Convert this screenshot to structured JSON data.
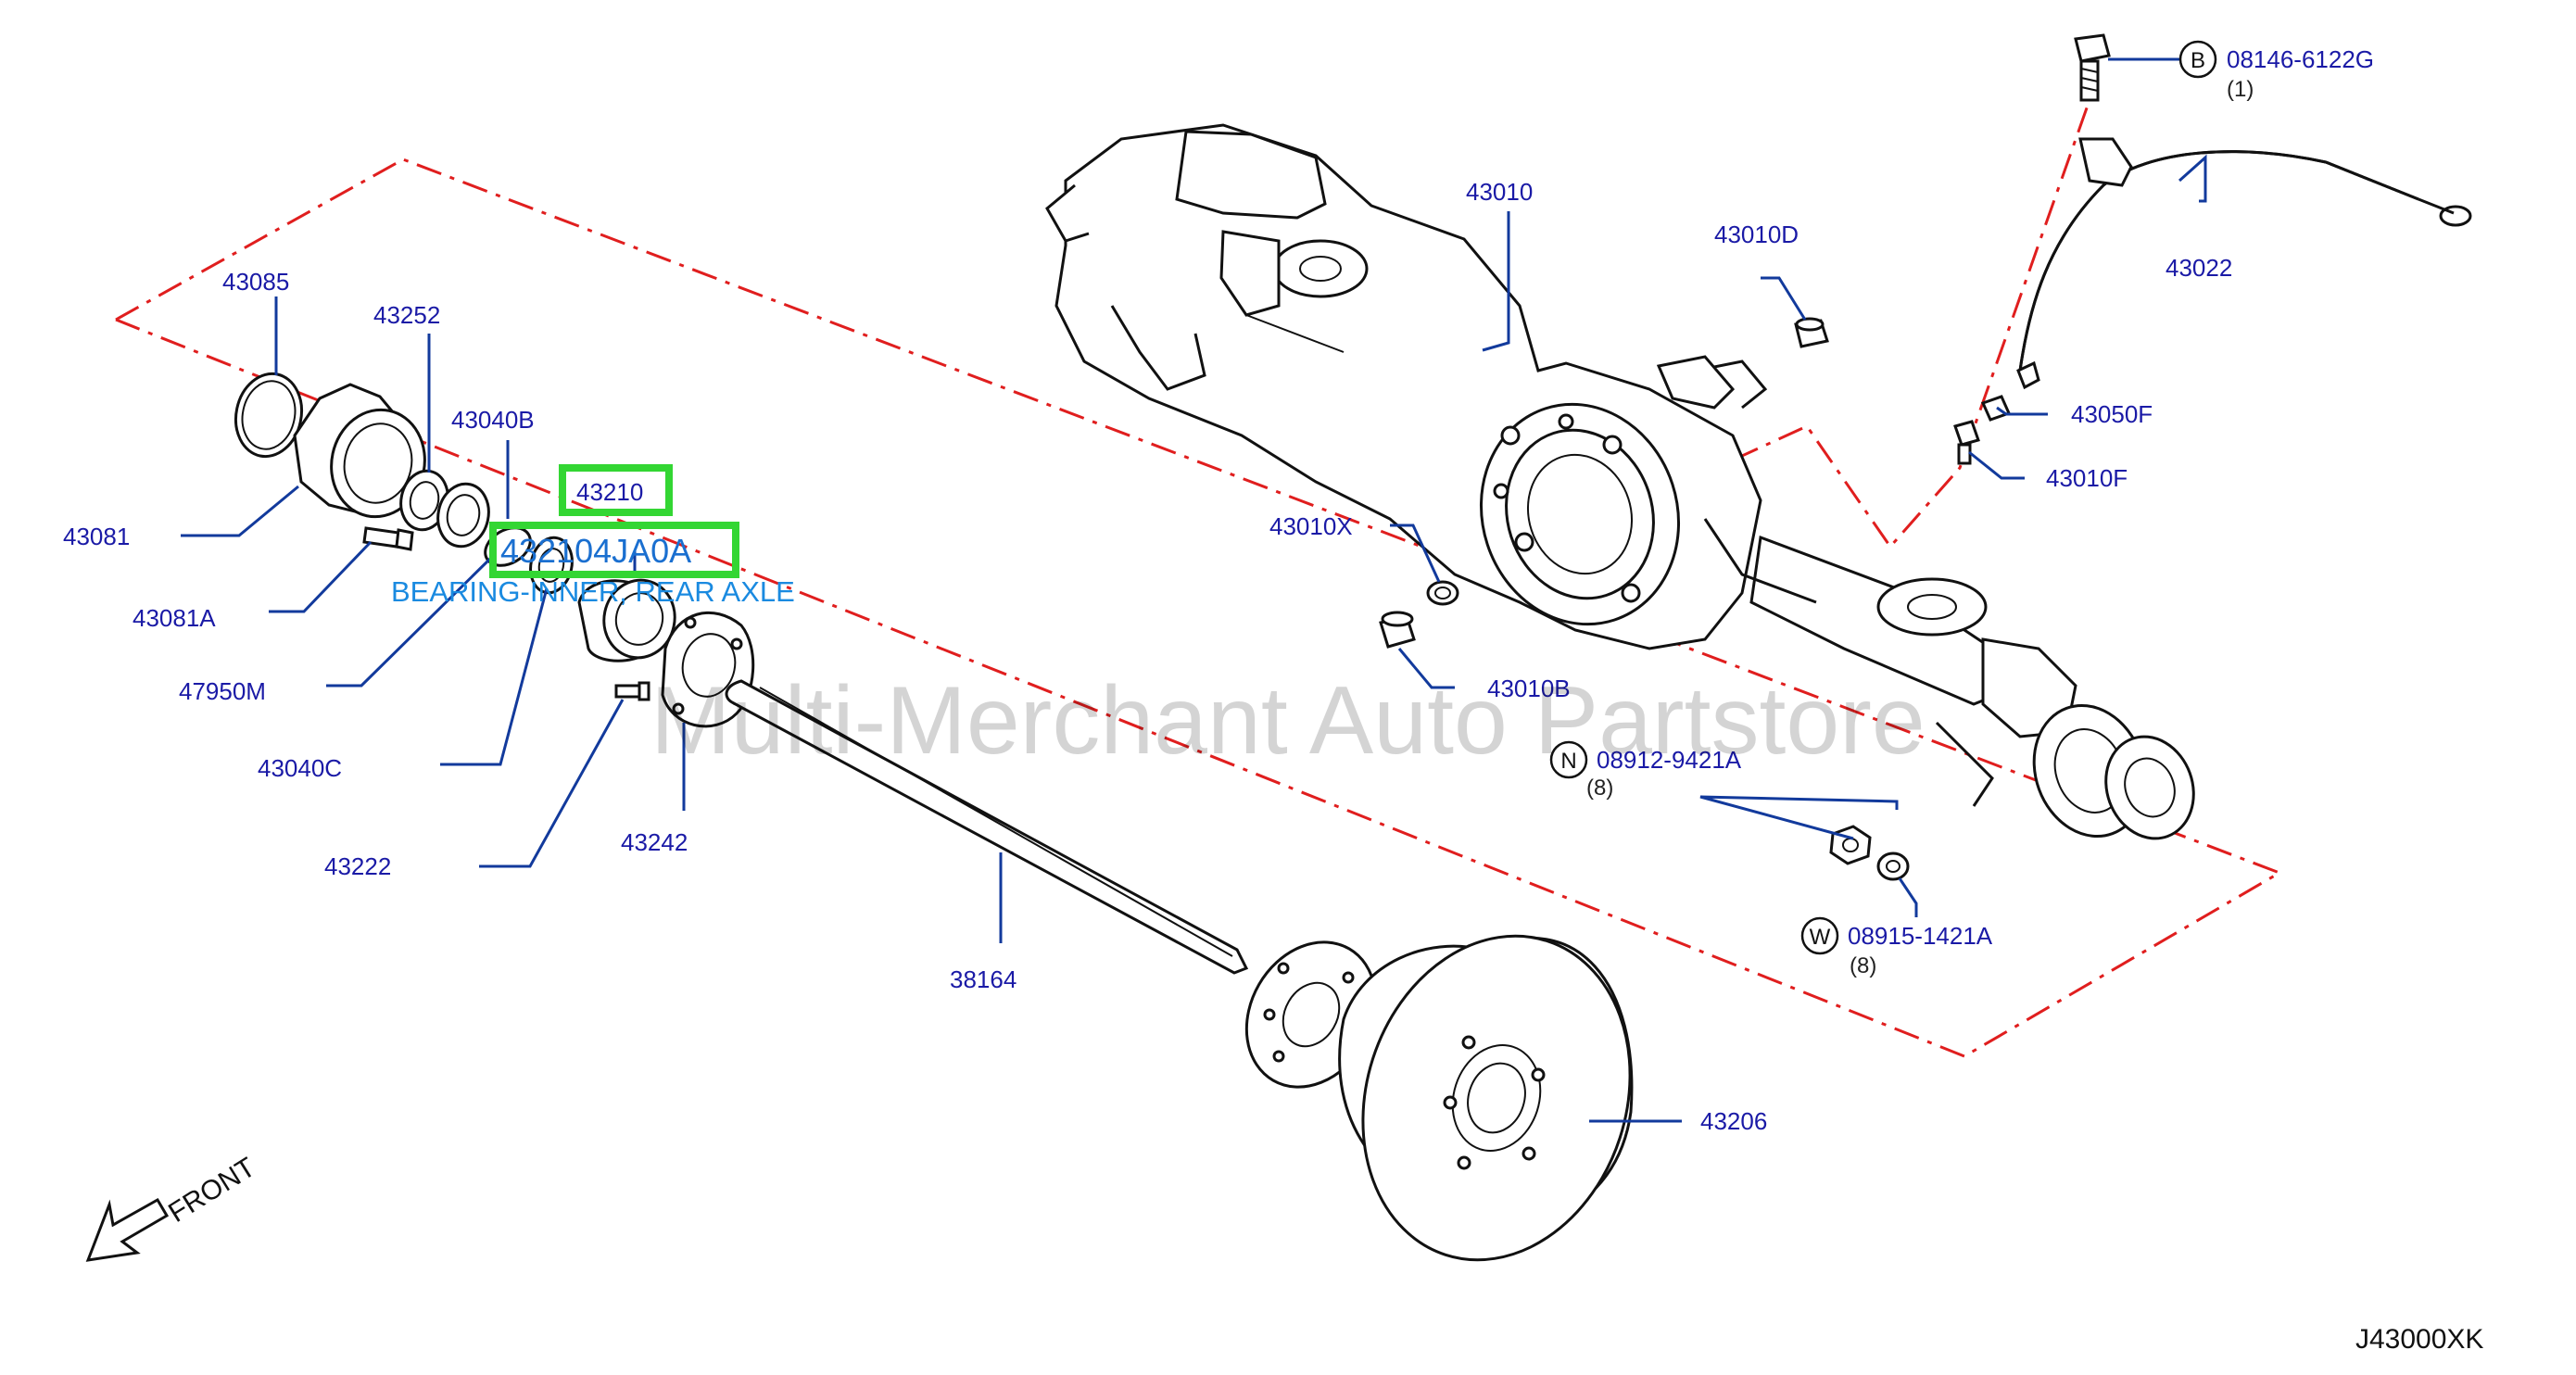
{
  "diagram_code": "J43000XK",
  "watermark": "Multi-Merchant Auto Partstore",
  "front_label": "FRONT",
  "highlight": {
    "part_no": "43210",
    "replacement_no": "432104JA0A",
    "description": "BEARING-INNER, REAR AXLE",
    "box_color": "#33d633"
  },
  "parts": {
    "p43085": "43085",
    "p43252": "43252",
    "p43040b": "43040B",
    "p43081": "43081",
    "p43081a": "43081A",
    "p47950m": "47950M",
    "p43040c": "43040C",
    "p43222": "43222",
    "p43242": "43242",
    "p38164": "38164",
    "p43206": "43206",
    "p43010": "43010",
    "p43010d": "43010D",
    "p43010x": "43010X",
    "p43010b": "43010B",
    "p43022": "43022",
    "p43050f": "43050F",
    "p43010f": "43010F"
  },
  "fasteners": {
    "bolt_b": {
      "marker": "B",
      "part_no": "08146-6122G",
      "qty": "(1)"
    },
    "nut_n": {
      "marker": "N",
      "part_no": "08912-9421A",
      "qty": "(8)"
    },
    "washer_w": {
      "marker": "W",
      "part_no": "08915-1421A",
      "qty": "(8)"
    }
  },
  "colors": {
    "label_blue": "#1a1aa6",
    "leader_blue": "#123a9c",
    "phantom_red": "#e01e1e",
    "highlight_green": "#33d633",
    "highlight_text": "#1a6fd0"
  }
}
